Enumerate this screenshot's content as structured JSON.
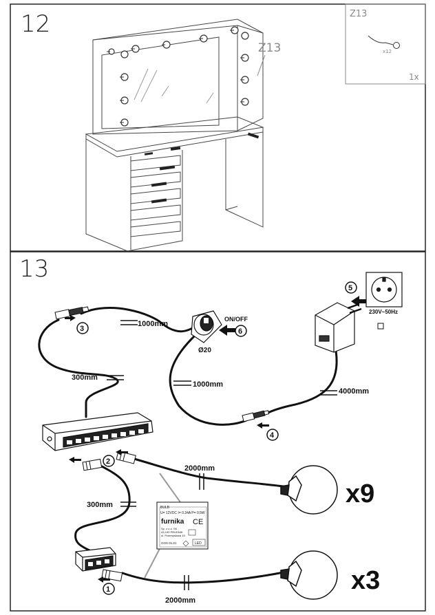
{
  "panel_top": {
    "step_number": "12",
    "callout": "Z13",
    "inset": {
      "code": "Z13",
      "qty_small": "x12",
      "qty": "1x"
    }
  },
  "panel_bottom": {
    "step_number": "13",
    "steps": [
      "1",
      "2",
      "3",
      "4",
      "5",
      "6"
    ],
    "switch": {
      "label": "ON/OFF",
      "diameter": "Ø20"
    },
    "adapter": {
      "rating": "230V~50Hz"
    },
    "cables": {
      "c1000_top": "1000mm",
      "c1000_mid": "1000mm",
      "c300_top": "300mm",
      "c300_bottom": "300mm",
      "c4000": "4000mm",
      "c2000_top": "2000mm",
      "c2000_bottom": "2000mm"
    },
    "bulbs": {
      "count_top": "x9",
      "count_bottom": "x3"
    },
    "product_label": {
      "title": "BULB",
      "specs": "U= 12VDC  I= 0.34A  P= 0.5W",
      "brand": "furnika",
      "ce": "CE",
      "address_line1": "Sp. z o.o. SK",
      "address_line2": "43-190 PRUDNIK",
      "address_line3": "ul. Przemysłowa 15",
      "date": "GOS 01.21",
      "led": "LED"
    }
  }
}
